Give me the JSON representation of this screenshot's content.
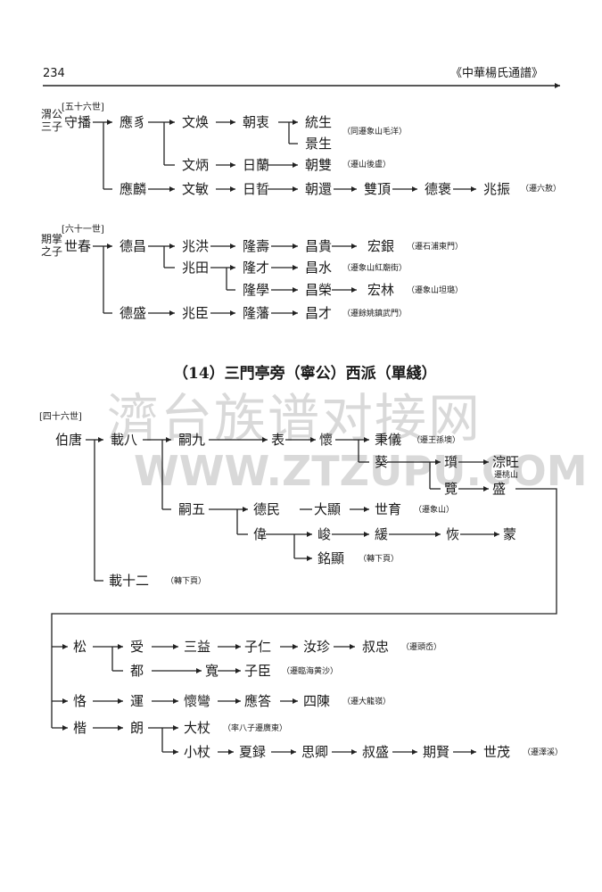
{
  "header": {
    "page_number": "234",
    "book_title": "《中華楊氏通譜》"
  },
  "watermark": {
    "cn": "濟台族谱对接网",
    "url": "WWW.ZTZUPU.COM"
  },
  "section_title": "（14）三門亭旁（寧公）西派（單綫）",
  "gen": {
    "g56": "[五十六世]",
    "g61": "[六十一世]",
    "g46": "[四十六世]"
  },
  "side": {
    "a1": "渭公",
    "a2": "三子",
    "b1": "期掌",
    "b2": "之子"
  },
  "names": {
    "shoubo": "守播",
    "yingyi": "應豸",
    "wenhuan": "文焕",
    "chaoji": "朝衷",
    "tongsheng": "統生",
    "jingsheng": "景生",
    "wenbing": "文炳",
    "rilan": "日蘭",
    "chaoshuang": "朝雙",
    "yinglin": "應麟",
    "wenmin": "文敏",
    "rizhe": "日晢",
    "chaohuan": "朝還",
    "shuangding": "雙頂",
    "dezhuo": "德褒",
    "zhaozhen": "兆振",
    "shichun": "世春",
    "dechang": "德昌",
    "zhaohong": "兆洪",
    "longshou": "隆壽",
    "changgui": "昌貴",
    "hongyin": "宏銀",
    "zhaotian": "兆田",
    "longcai": "隆才",
    "changshui": "昌水",
    "longxue": "隆學",
    "changrong": "昌榮",
    "honglin": "宏林",
    "desheng": "德盛",
    "zhaochen": "兆臣",
    "longfan": "隆藩",
    "changcai": "昌才",
    "botang": "伯唐",
    "zaiba": "載八",
    "siJiu": "嗣九",
    "biao": "表",
    "huai": "懷",
    "bingyi": "秉儀",
    "kui": "葵",
    "kuii": "瓆",
    "congwang": "淙旺",
    "lan": "覽",
    "sheng": "盛",
    "siwu": "嗣五",
    "demin": "德民",
    "daxian": "大顯",
    "shiyu": "世育",
    "wei": "偉",
    "jun": "峻",
    "yuan": "緩",
    "gong": "恢",
    "meng": "蒙",
    "mingxian": "銘顯",
    "zaishier": "載十二",
    "song": "松",
    "shou": "受",
    "sanyi": "三益",
    "ziren": "子仁",
    "ruzhen": "汝珍",
    "shuzhong": "叔忠",
    "du": "都",
    "kuan": "寬",
    "zichen": "子臣",
    "ge": "恪",
    "yun": "運",
    "huaiwan": "懷彎",
    "yingda": "應答",
    "silian": "四陳",
    "kai": "楷",
    "lang": "朗",
    "dazhang": "大杖",
    "xiaozhang": "小杖",
    "xialu": "夏録",
    "siqing": "思卿",
    "shusheng": "叔盛",
    "qixian": "期賢",
    "shimao": "世茂"
  },
  "notes": {
    "n1": "（同遷象山毛洋）",
    "n2": "（遷山後盧）",
    "n3": "（遷六敖）",
    "n4": "（遷石浦東門）",
    "n5": "（遷象山紅廟街）",
    "n6": "（遷象山坦璐）",
    "n7": "（遷餘姚鎮武門）",
    "n8": "（遷王孫墺）",
    "n9": "遷桃山",
    "n10": "（遷象山）",
    "n11": "（轉下頁）",
    "n12": "（轉下頁）",
    "n13": "（遷頭岙）",
    "n14": "（遷臨海黄沙）",
    "n15": "（遷大龍嶺）",
    "n16": "（率八子遷廣東）",
    "n17": "（遷澤溪）"
  }
}
